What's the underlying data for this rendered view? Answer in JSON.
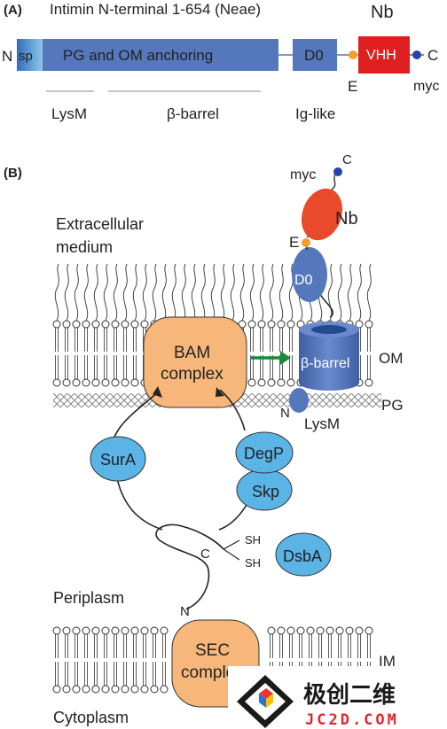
{
  "panelA": {
    "panel_label": "(A)",
    "title": "Intimin N-terminal 1-654 (Neae)",
    "nb_title": "Nb",
    "n_term": "N",
    "c_term": "C",
    "sp": "sp",
    "pg_om": "PG and OM anchoring",
    "d0": "D0",
    "vhh": "VHH",
    "e_tag": "E",
    "myc_tag": "myc",
    "lysm": "LysM",
    "beta_barrel": "β-barrel",
    "ig_like": "Ig-like",
    "colors": {
      "sp": "#4a8ccc",
      "pg_om": "#5577bb",
      "d0": "#5577bb",
      "vhh": "#e02020",
      "e_tag": "#f0a030",
      "myc_tag": "#2244aa"
    }
  },
  "panelB": {
    "panel_label": "(B)",
    "extracellular_1": "Extracellular",
    "extracellular_2": "medium",
    "myc": "myc",
    "c_term": "C",
    "nb": "Nb",
    "e_tag": "E",
    "d0": "D0",
    "bam_1": "BAM",
    "bam_2": "complex",
    "beta_barrel": "β-barrel",
    "om": "OM",
    "pg": "PG",
    "n_term": "N",
    "lysm": "LysM",
    "sura": "SurA",
    "degp": "DegP",
    "skp": "Skp",
    "dsba": "DsbA",
    "c_chain": "C",
    "sh1": "SH",
    "sh2": "SH",
    "periplasm": "Periplasm",
    "n_chain": "N",
    "sec_1": "SEC",
    "sec_2": "complex",
    "im": "IM",
    "cytoplasm": "Cytoplasm",
    "colors": {
      "chaperone": "#5ab4e6",
      "bam": "#f7b77a",
      "barrel": "#5577bb",
      "nb": "#e84a2a",
      "arrow": "#1a8a3a"
    }
  },
  "watermark": {
    "brand": "极创二维",
    "domain": "JC2D.COM"
  }
}
